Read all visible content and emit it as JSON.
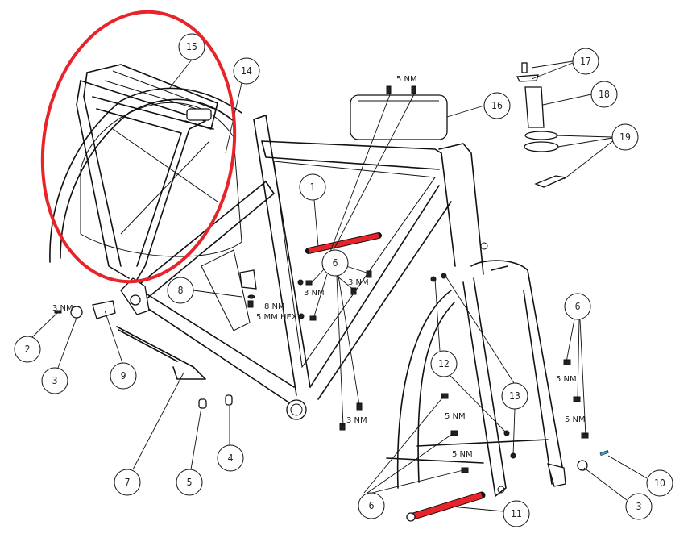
{
  "diagram": {
    "highlight_color": "#e8232a",
    "axle_color": "#e8232a",
    "screw_accent_color": "#3aa8e0",
    "callouts": {
      "c15": "15",
      "c14": "14",
      "c16": "16",
      "c17": "17",
      "c18": "18",
      "c19": "19",
      "c1": "1",
      "c6a": "6",
      "c8": "8",
      "c2": "2",
      "c3a": "3",
      "c9": "9",
      "c7": "7",
      "c5": "5",
      "c4": "4",
      "c12": "12",
      "c13": "13",
      "c6b": "6",
      "c6c": "6",
      "c11": "11",
      "c3b": "3",
      "c10": "10"
    },
    "torque": {
      "t_battery": "5 NM",
      "t_dropout": "3 NM",
      "t_left6": "3 NM",
      "t_right6": "3 NM",
      "t_8nm": "8 NM",
      "t_hex": "5 MM HEX",
      "t_bottom6": "3 NM",
      "t_fork_upper": "5 NM",
      "t_fork_lower": "5 NM",
      "t_fender_upper": "5 NM",
      "t_fender_lower": "5 NM"
    }
  }
}
